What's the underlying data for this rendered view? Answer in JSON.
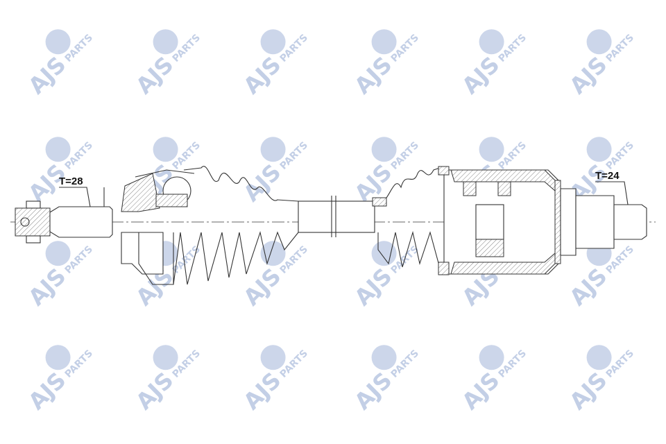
{
  "watermark": {
    "brand": "AJS",
    "sub": "PARTS",
    "color": "#c3cfe6"
  },
  "drawing": {
    "left_spline_label": "T=28",
    "right_spline_label": "T=24",
    "line_color": "#333333"
  }
}
